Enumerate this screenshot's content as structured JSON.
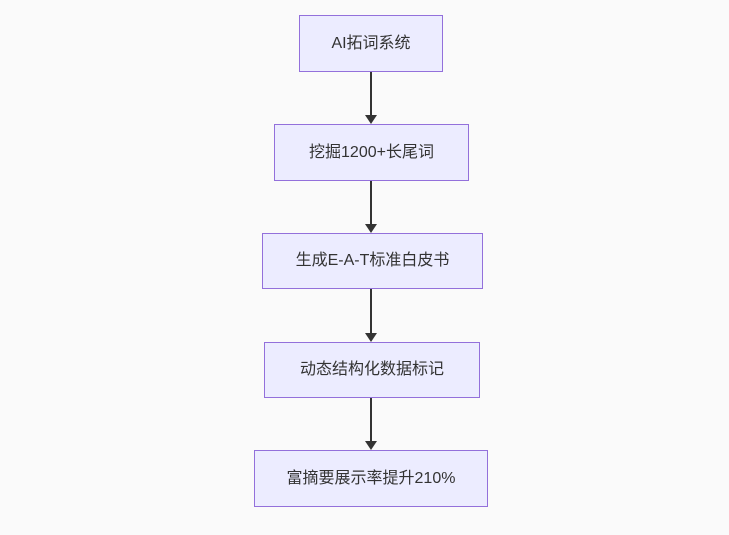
{
  "diagram": {
    "type": "flowchart",
    "direction": "top-down",
    "nodes": [
      {
        "id": "node-1",
        "label": "AI拓词系统"
      },
      {
        "id": "node-2",
        "label": "挖掘1200+长尾词"
      },
      {
        "id": "node-3",
        "label": "生成E-A-T标准白皮书"
      },
      {
        "id": "node-4",
        "label": "动态结构化数据标记"
      },
      {
        "id": "node-5",
        "label": "富摘要展示率提升210%"
      }
    ],
    "edges": [
      {
        "from": "node-1",
        "to": "node-2"
      },
      {
        "from": "node-2",
        "to": "node-3"
      },
      {
        "from": "node-3",
        "to": "node-4"
      },
      {
        "from": "node-4",
        "to": "node-5"
      }
    ],
    "colors": {
      "background": "#fafafa",
      "node_fill": "#ECECFF",
      "node_border": "#9370DB",
      "arrow": "#333333",
      "text": "#333333"
    }
  }
}
